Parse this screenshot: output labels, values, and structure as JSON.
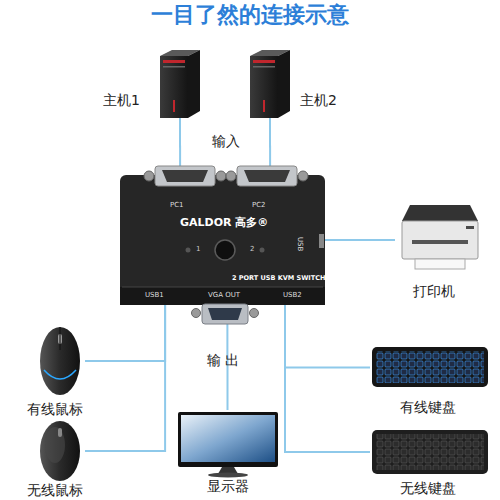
{
  "diagram": {
    "title": "一目了然的连接示意",
    "nodes": [
      {
        "text": [
          "主机1"
        ]
      },
      {
        "text": [
          "主机2"
        ]
      },
      {
        "text": [
          "PC1",
          "PC2",
          "GALDOR 高多®",
          "1",
          "2",
          "2 PORT USB KVM SWITCH",
          "USB1",
          "VGA OUT",
          "USB2",
          "USB"
        ]
      },
      {
        "text": [
          "打印机"
        ]
      },
      {
        "text": [
          "有线鼠标"
        ]
      },
      {
        "text": [
          "无线鼠标"
        ]
      },
      {
        "text": [
          "显示器"
        ]
      },
      {
        "text": [
          "有线键盘"
        ]
      },
      {
        "text": [
          "无线键盘"
        ]
      }
    ],
    "edges": [
      {
        "from": 0,
        "to": 2,
        "arrow": "none"
      },
      {
        "from": 1,
        "to": 2,
        "arrow": "none"
      },
      {
        "from": 3,
        "to": 2,
        "arrow": "none"
      },
      {
        "from": 4,
        "to": 2,
        "arrow": "none"
      },
      {
        "from": 5,
        "to": 2,
        "arrow": "none"
      },
      {
        "from": 6,
        "to": 2,
        "arrow": "none"
      },
      {
        "from": 7,
        "to": 2,
        "arrow": "none"
      },
      {
        "from": 8,
        "to": 2,
        "arrow": "none"
      }
    ],
    "labels": [
      "输入",
      "输 出"
    ]
  }
}
